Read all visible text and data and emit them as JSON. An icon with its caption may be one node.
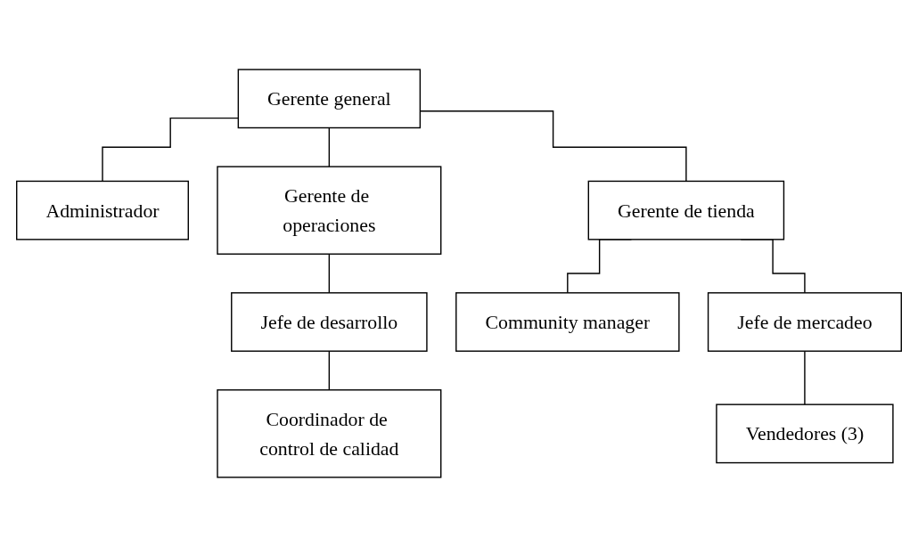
{
  "diagram": {
    "nodes": [
      {
        "text": [
          "Gerente general"
        ]
      },
      {
        "text": [
          "Administrador"
        ]
      },
      {
        "text": [
          "Gerente de operaciones"
        ]
      },
      {
        "text": [
          "Gerente de tienda"
        ]
      },
      {
        "text": [
          "Jefe de desarrollo"
        ]
      },
      {
        "text": [
          "Coordinador de control de calidad"
        ]
      },
      {
        "text": [
          "Community manager"
        ]
      },
      {
        "text": [
          "Jefe de mercadeo"
        ]
      },
      {
        "text": [
          "Vendedores (3)"
        ]
      }
    ],
    "edges": [
      {
        "from": 0,
        "to": 1,
        "arrow": "none"
      },
      {
        "from": 0,
        "to": 2,
        "arrow": "none"
      },
      {
        "from": 0,
        "to": 3,
        "arrow": "none"
      },
      {
        "from": 2,
        "to": 4,
        "arrow": "none"
      },
      {
        "from": 4,
        "to": 5,
        "arrow": "none"
      },
      {
        "from": 3,
        "to": 6,
        "arrow": "none"
      },
      {
        "from": 3,
        "to": 7,
        "arrow": "none"
      },
      {
        "from": 7,
        "to": 8,
        "arrow": "none"
      }
    ]
  }
}
